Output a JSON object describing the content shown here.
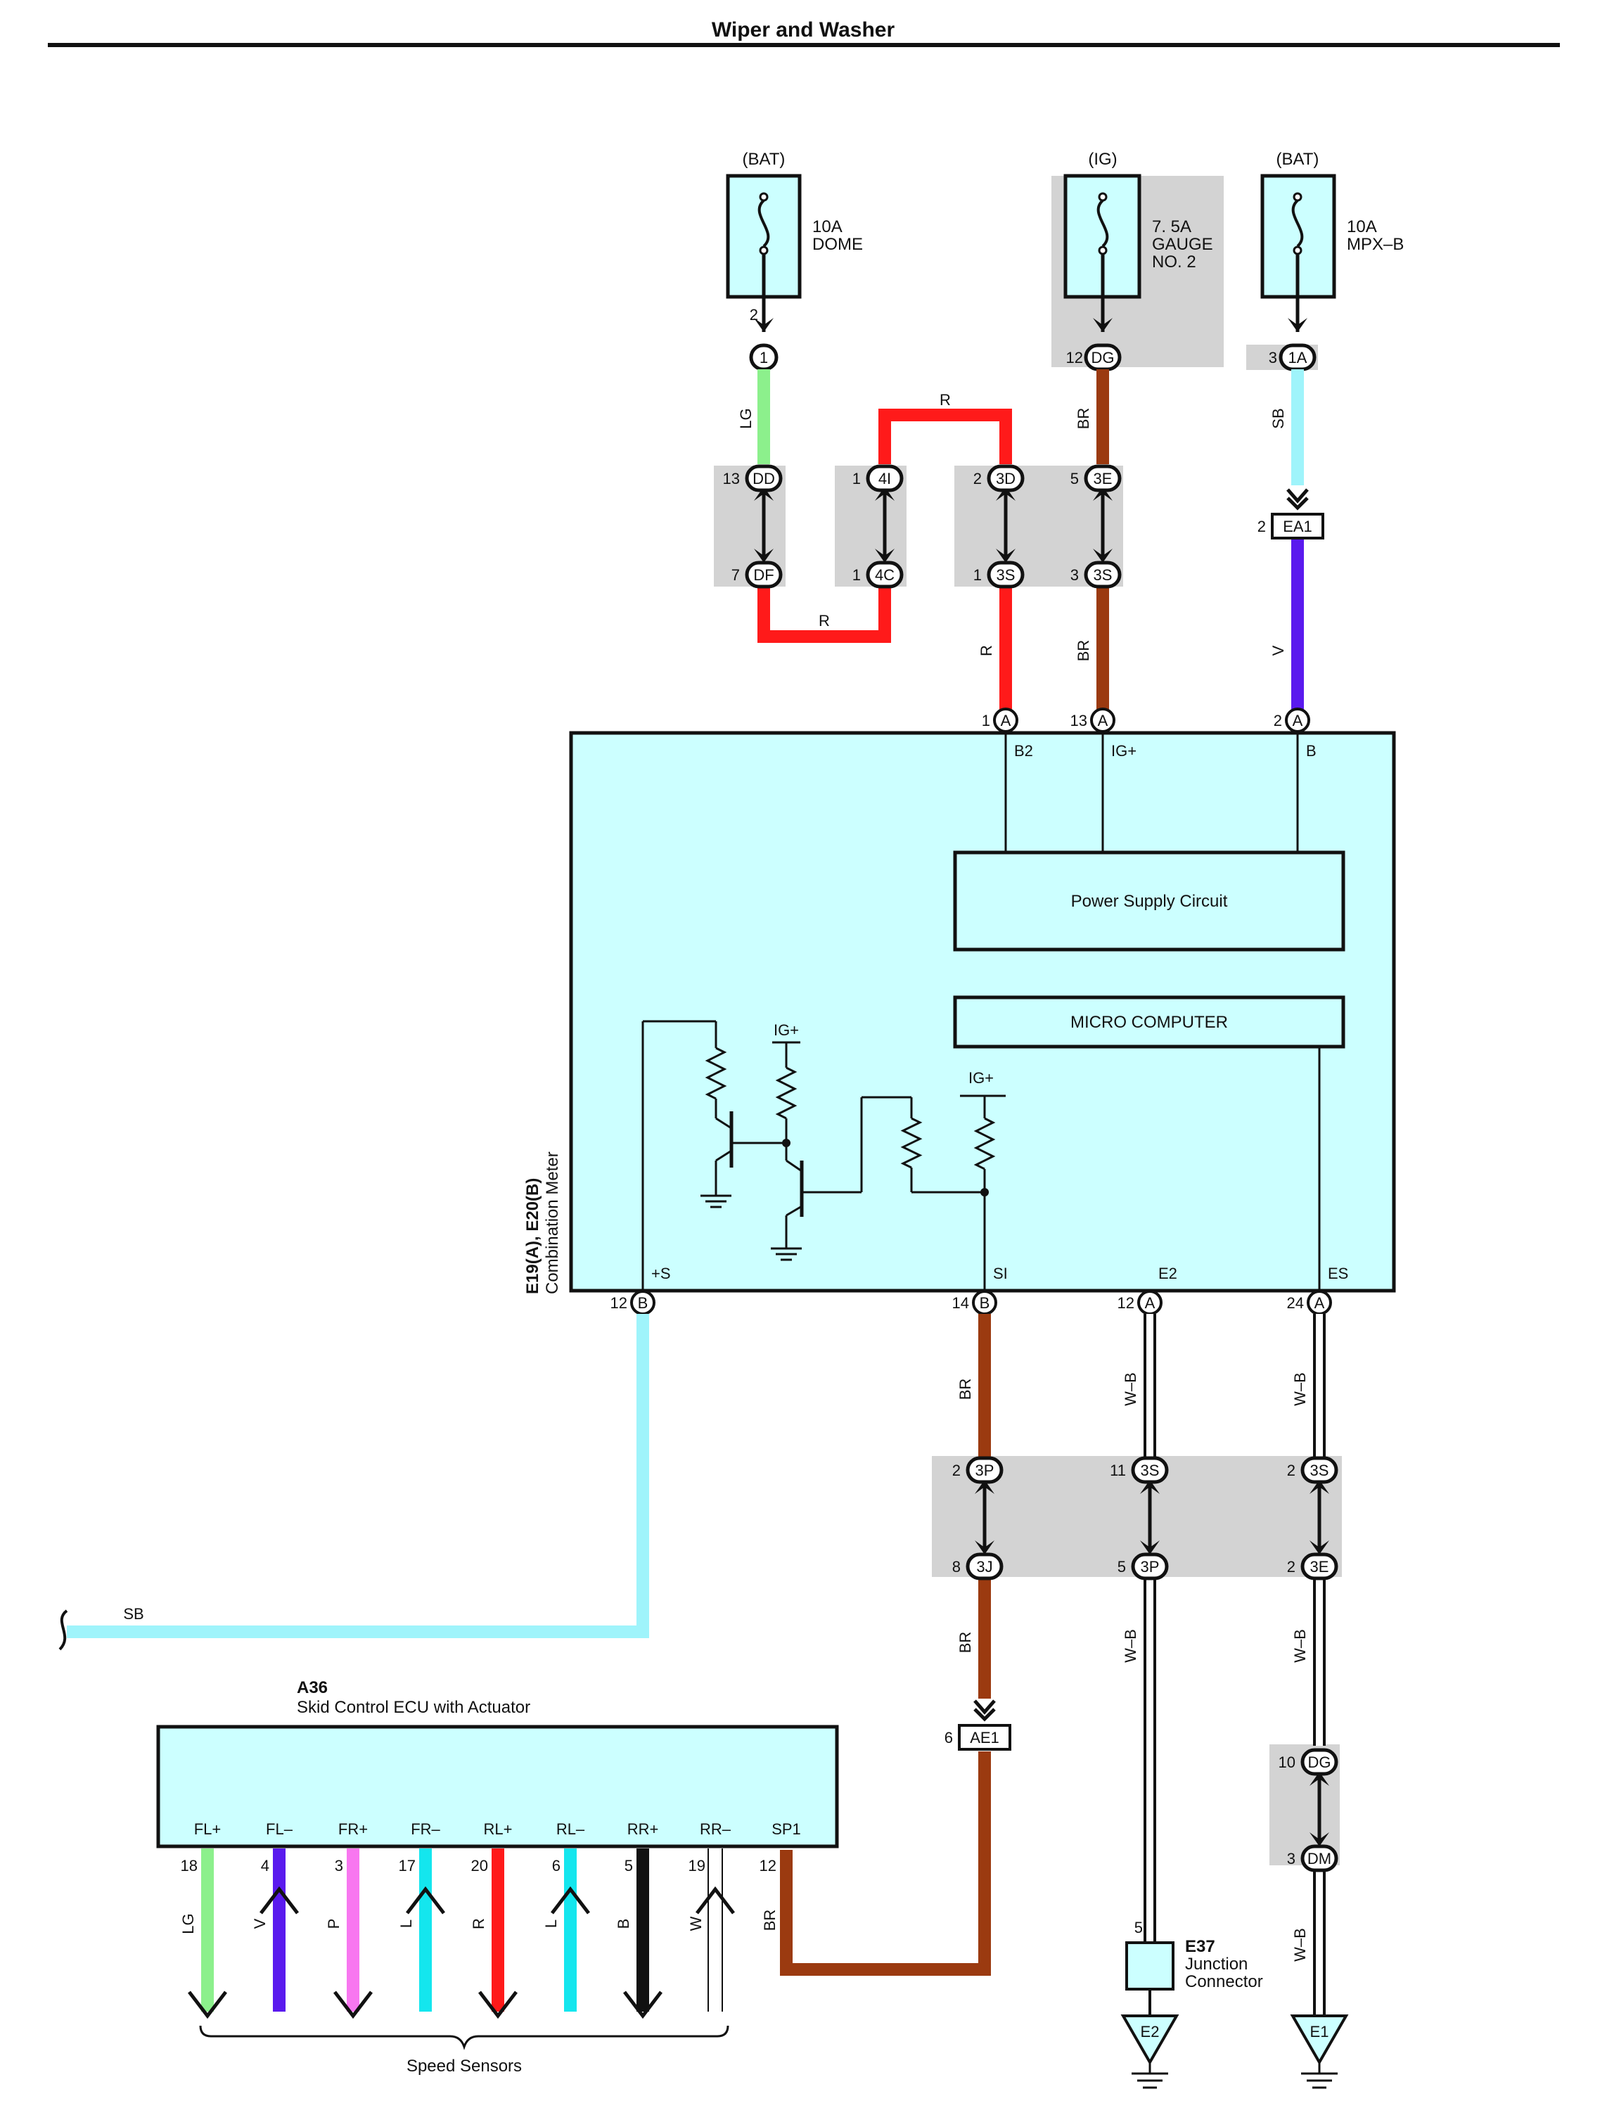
{
  "title": "Wiper and Washer",
  "colors": {
    "LG": "#8cf08c",
    "R": "#ff1a1a",
    "BR": "#9b3a10",
    "SB": "#9ff4fb",
    "V": "#5a1aee",
    "P": "#f877f0",
    "L": "#14e6ee",
    "B": "#111111",
    "W": "#ffffff",
    "box": "#ccffff",
    "shade": "#d3d3d3"
  },
  "fuses": [
    {
      "source": "(BAT)",
      "rating": "10A",
      "name": [
        "DOME"
      ],
      "pin": "2",
      "conn": "1",
      "conn_pin": ""
    },
    {
      "source": "(IG)",
      "rating": "7. 5A",
      "name": [
        "GAUGE",
        "NO. 2"
      ],
      "pin": "",
      "conn": "DG",
      "conn_pin": "12"
    },
    {
      "source": "(BAT)",
      "rating": "10A",
      "name": [
        "MPX–B"
      ],
      "pin": "",
      "conn": "1A",
      "conn_pin": "3"
    }
  ],
  "top_connectors": [
    {
      "top": "DD",
      "top_pin": "13",
      "bottom": "DF",
      "bottom_pin": "7"
    },
    {
      "top": "4I",
      "top_pin": "1",
      "bottom": "4C",
      "bottom_pin": "1"
    },
    {
      "top": "3D",
      "top_pin": "2",
      "bottom": "3S",
      "bottom_pin": "1"
    },
    {
      "top": "3E",
      "top_pin": "5",
      "bottom": "3S",
      "bottom_pin": "3"
    }
  ],
  "ea1": {
    "name": "EA1",
    "pin": "2"
  },
  "wire_labels": {
    "lg": "LG",
    "r": "R",
    "br": "BR",
    "sb": "SB",
    "v": "V",
    "wb": "W–B"
  },
  "meter": {
    "ref": "E19(A), E20(B)",
    "name": "Combination Meter",
    "top_pins": [
      {
        "num": "1",
        "conn": "A",
        "label": "B2"
      },
      {
        "num": "13",
        "conn": "A",
        "label": "IG+"
      },
      {
        "num": "2",
        "conn": "A",
        "label": "B"
      }
    ],
    "bottom_pins": [
      {
        "num": "12",
        "conn": "B",
        "label": "+S"
      },
      {
        "num": "14",
        "conn": "B",
        "label": "SI"
      },
      {
        "num": "12",
        "conn": "A",
        "label": "E2"
      },
      {
        "num": "24",
        "conn": "A",
        "label": "ES"
      }
    ],
    "power_supply": "Power Supply Circuit",
    "micro": "MICRO COMPUTER",
    "igplus": "IG+"
  },
  "mid_connectors": [
    {
      "top": "3P",
      "top_pin": "2",
      "bottom": "3J",
      "bottom_pin": "8"
    },
    {
      "top": "3S",
      "top_pin": "11",
      "bottom": "3P",
      "bottom_pin": "5"
    },
    {
      "top": "3S",
      "top_pin": "2",
      "bottom": "3E",
      "bottom_pin": "2"
    }
  ],
  "ae1": {
    "name": "AE1",
    "pin": "6"
  },
  "dg_dm": {
    "top": "DG",
    "top_pin": "10",
    "bottom": "DM",
    "bottom_pin": "3"
  },
  "ecu": {
    "ref": "A36",
    "name": "Skid Control ECU with Actuator",
    "pins": [
      {
        "label": "FL+",
        "num": "18",
        "wire": "LG"
      },
      {
        "label": "FL–",
        "num": "4",
        "wire": "V"
      },
      {
        "label": "FR+",
        "num": "3",
        "wire": "P"
      },
      {
        "label": "FR–",
        "num": "17",
        "wire": "L"
      },
      {
        "label": "RL+",
        "num": "20",
        "wire": "R"
      },
      {
        "label": "RL–",
        "num": "6",
        "wire": "L"
      },
      {
        "label": "RR+",
        "num": "5",
        "wire": "B"
      },
      {
        "label": "RR–",
        "num": "19",
        "wire": "W"
      },
      {
        "label": "SP1",
        "num": "12",
        "wire": "BR"
      }
    ],
    "speed_sensors": "Speed Sensors"
  },
  "junction": {
    "ref": "E37",
    "name": [
      "Junction",
      "Connector"
    ],
    "pin": "5"
  },
  "grounds": [
    "E2",
    "E1"
  ]
}
